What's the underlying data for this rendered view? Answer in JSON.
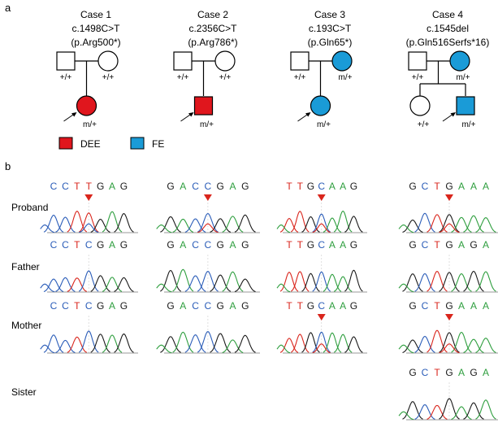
{
  "panel_a_label": "a",
  "panel_b_label": "b",
  "colors": {
    "DEE": "#e0161d",
    "FE": "#1a9bd7",
    "A": "#2e9e3e",
    "C": "#2a5cb8",
    "G": "#1a1a1a",
    "T": "#d9251c",
    "arrow": "#d9251c"
  },
  "cases": [
    {
      "title": "Case 1",
      "variant": "c.1498C>T",
      "protein": "(p.Arg500*)",
      "father": {
        "genotype": "+/+",
        "affected": false
      },
      "mother": {
        "genotype": "+/+",
        "affected": false
      },
      "children": [
        {
          "sex": "F",
          "genotype": "m/+",
          "phenotype": "DEE",
          "proband": true
        }
      ]
    },
    {
      "title": "Case 2",
      "variant": "c.2356C>T",
      "protein": "(p.Arg786*)",
      "father": {
        "genotype": "+/+",
        "affected": false
      },
      "mother": {
        "genotype": "+/+",
        "affected": false
      },
      "children": [
        {
          "sex": "M",
          "genotype": "m/+",
          "phenotype": "DEE",
          "proband": true
        }
      ]
    },
    {
      "title": "Case 3",
      "variant": "c.193C>T",
      "protein": "(p.Gln65*)",
      "father": {
        "genotype": "+/+",
        "affected": false
      },
      "mother": {
        "genotype": "m/+",
        "affected": true,
        "phenotype": "FE"
      },
      "children": [
        {
          "sex": "F",
          "genotype": "m/+",
          "phenotype": "FE",
          "proband": true
        }
      ]
    },
    {
      "title": "Case 4",
      "variant": "c.1545del",
      "protein": "(p.Gln516Serfs*16)",
      "father": {
        "genotype": "+/+",
        "affected": false
      },
      "mother": {
        "genotype": "m/+",
        "affected": true,
        "phenotype": "FE"
      },
      "children": [
        {
          "sex": "F",
          "genotype": "+/+",
          "phenotype": "",
          "proband": false
        },
        {
          "sex": "M",
          "genotype": "m/+",
          "phenotype": "FE",
          "proband": true
        }
      ]
    }
  ],
  "legend": [
    {
      "label": "DEE",
      "color": "#e0161d"
    },
    {
      "label": "FE",
      "color": "#1a9bd7"
    }
  ],
  "row_labels": [
    "Proband",
    "Father",
    "Mother",
    "Sister"
  ],
  "chromatograms": [
    {
      "case": 1,
      "row": "Proband",
      "bases": [
        "C",
        "C",
        "T",
        "T",
        "G",
        "A",
        "G"
      ],
      "marker": 3
    },
    {
      "case": 1,
      "row": "Father",
      "bases": [
        "C",
        "C",
        "T",
        "C",
        "G",
        "A",
        "G"
      ],
      "marker": null
    },
    {
      "case": 1,
      "row": "Mother",
      "bases": [
        "C",
        "C",
        "T",
        "C",
        "G",
        "A",
        "G"
      ],
      "marker": null
    },
    {
      "case": 2,
      "row": "Proband",
      "bases": [
        "G",
        "A",
        "C",
        "C",
        "G",
        "A",
        "G"
      ],
      "marker": 3
    },
    {
      "case": 2,
      "row": "Father",
      "bases": [
        "G",
        "A",
        "C",
        "C",
        "G",
        "A",
        "G"
      ],
      "marker": null
    },
    {
      "case": 2,
      "row": "Mother",
      "bases": [
        "G",
        "A",
        "C",
        "C",
        "G",
        "A",
        "G"
      ],
      "marker": null
    },
    {
      "case": 3,
      "row": "Proband",
      "bases": [
        "T",
        "T",
        "G",
        "C",
        "A",
        "A",
        "G"
      ],
      "marker": 3
    },
    {
      "case": 3,
      "row": "Father",
      "bases": [
        "T",
        "T",
        "G",
        "C",
        "A",
        "A",
        "G"
      ],
      "marker": null
    },
    {
      "case": 3,
      "row": "Mother",
      "bases": [
        "T",
        "T",
        "G",
        "C",
        "A",
        "A",
        "G"
      ],
      "marker": 3
    },
    {
      "case": 4,
      "row": "Proband",
      "bases": [
        "G",
        "C",
        "T",
        "G",
        "A",
        "A",
        "A"
      ],
      "marker": 3
    },
    {
      "case": 4,
      "row": "Father",
      "bases": [
        "G",
        "C",
        "T",
        "G",
        "A",
        "G",
        "A"
      ],
      "marker": null
    },
    {
      "case": 4,
      "row": "Mother",
      "bases": [
        "G",
        "C",
        "T",
        "G",
        "A",
        "A",
        "A"
      ],
      "marker": 3
    },
    {
      "case": 4,
      "row": "Sister",
      "bases": [
        "G",
        "C",
        "T",
        "G",
        "A",
        "G",
        "A"
      ],
      "marker": null
    }
  ]
}
